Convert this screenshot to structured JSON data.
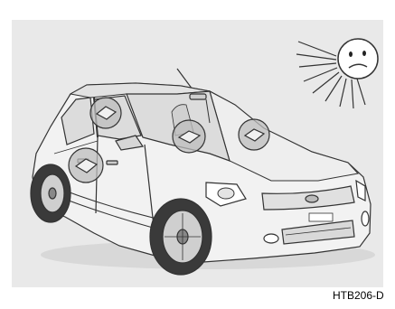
{
  "figure": {
    "code": "HTB206-D",
    "colors": {
      "panel": "#e9e9e9",
      "car_body": "#f2f2f2",
      "car_shade": "#d6d6d6",
      "glass": "#dcdcdc",
      "tire": "#3a3a3a",
      "marker": "#bdbdbd",
      "line": "#333333"
    },
    "icons": [
      "sun-frowning-icon",
      "hatchback-car",
      "circled-object-marker"
    ]
  }
}
